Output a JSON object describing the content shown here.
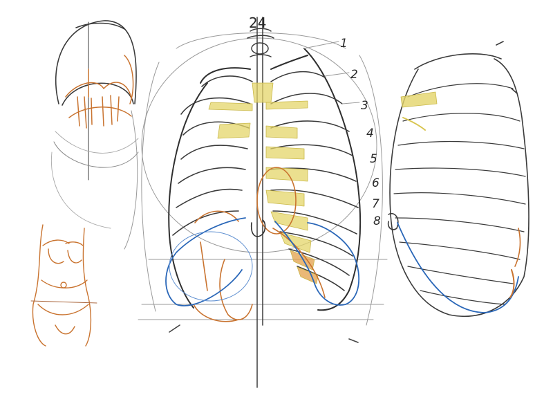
{
  "top_label": "24",
  "rib_numbers": [
    "1",
    "2",
    "3",
    "4",
    "5",
    "6",
    "7",
    "8"
  ],
  "colors": {
    "graphite": "#3b3b3b",
    "light_graphite": "#9a9a9a",
    "ochre": "#c9732f",
    "blue": "#2a67b8",
    "yellow": "#e4d56a"
  }
}
